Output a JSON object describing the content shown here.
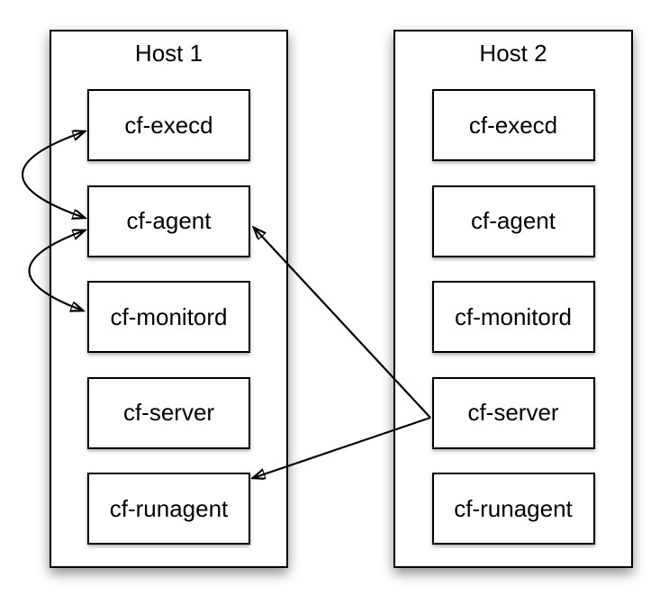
{
  "diagram": {
    "hosts": [
      {
        "title": "Host 1",
        "processes": [
          "cf-execd",
          "cf-agent",
          "cf-monitord",
          "cf-server",
          "cf-runagent"
        ]
      },
      {
        "title": "Host 2",
        "processes": [
          "cf-execd",
          "cf-agent",
          "cf-monitord",
          "cf-server",
          "cf-runagent"
        ]
      }
    ],
    "connections": [
      {
        "type": "bidirectional-curved",
        "endpoint_a": "host1.cf-execd",
        "endpoint_b": "host1.cf-agent"
      },
      {
        "type": "bidirectional-curved",
        "endpoint_a": "host1.cf-agent",
        "endpoint_b": "host1.cf-monitord"
      },
      {
        "type": "arrow",
        "from": "host2.cf-server",
        "to": "host1.cf-agent"
      },
      {
        "type": "arrow",
        "from": "host2.cf-server",
        "to": "host1.cf-runagent"
      }
    ],
    "colors": {
      "stroke": "#000000",
      "fill": "#ffffff",
      "background": "#ffffff",
      "shadow": "rgba(0,0,0,0.45)"
    }
  }
}
